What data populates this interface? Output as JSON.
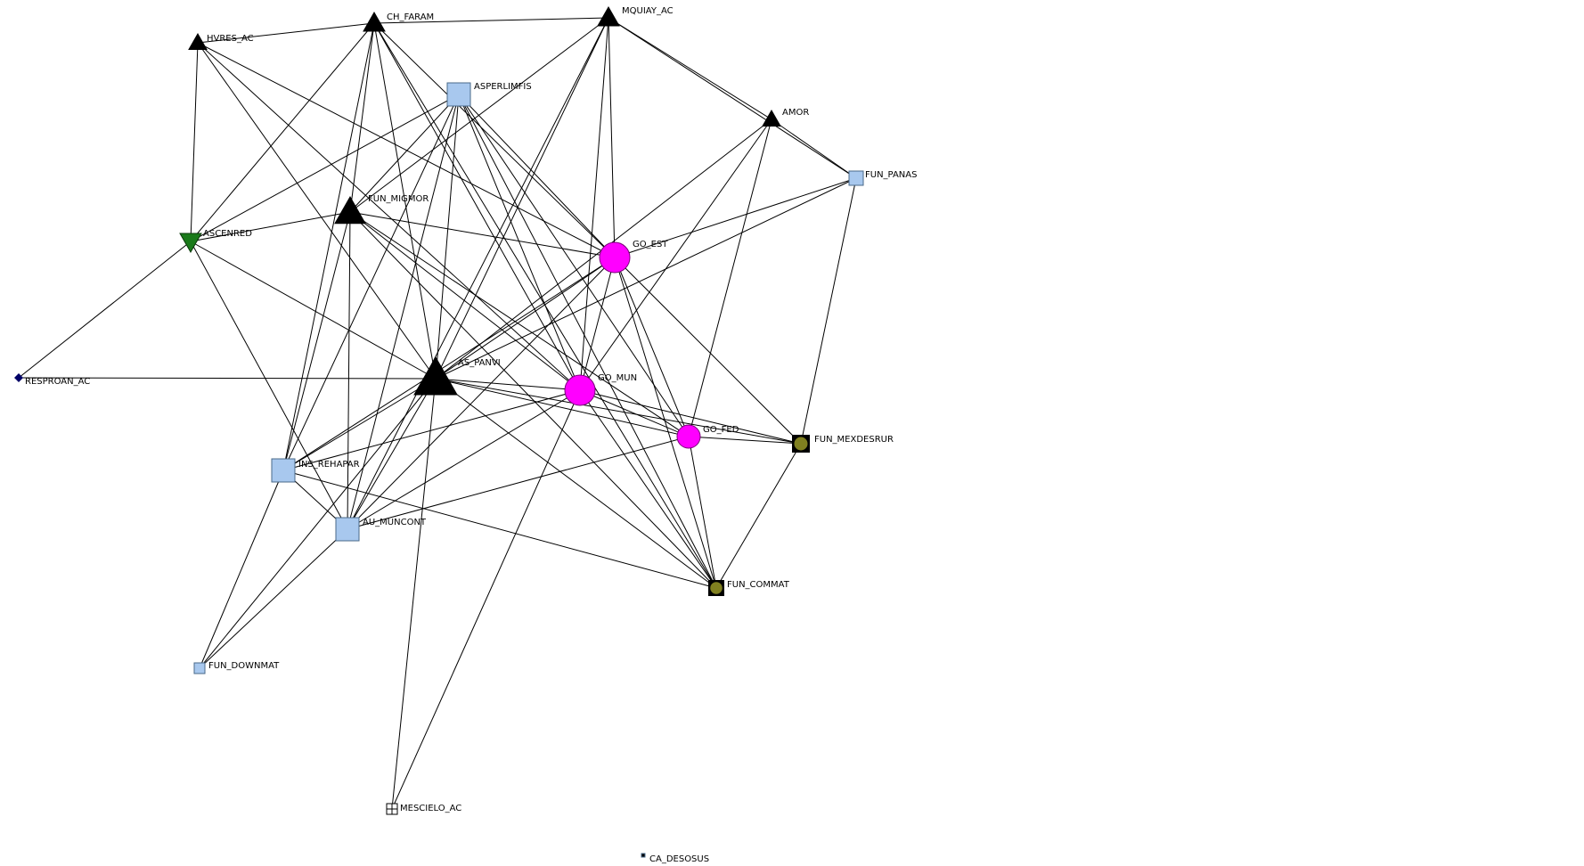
{
  "nodes": {
    "HVRES_AC": {
      "label": "HVRES_AC",
      "shape": "triangle-up",
      "fill": "#000000"
    },
    "CH_FARAM": {
      "label": "CH_FARAM",
      "shape": "triangle-up",
      "fill": "#000000"
    },
    "MQUIAY_AC": {
      "label": "MQUIAY_AC",
      "shape": "triangle-up",
      "fill": "#000000"
    },
    "ASPERLIMFIS": {
      "label": "ASPERLIMFIS",
      "shape": "square",
      "fill": "#a8c8ee"
    },
    "AMOR": {
      "label": "AMOR",
      "shape": "triangle-up",
      "fill": "#000000"
    },
    "FUN_PANAS": {
      "label": "FUN_PANAS",
      "shape": "square",
      "fill": "#a8c8ee"
    },
    "FUN_MIGMOR": {
      "label": "FUN_MIGMOR",
      "shape": "triangle-up",
      "fill": "#000000"
    },
    "ASCENRED": {
      "label": "ASCENRED",
      "shape": "triangle-down",
      "fill": "#1a7a1a"
    },
    "GO_EST": {
      "label": "GO_EST",
      "shape": "circle",
      "fill": "#ff00ff"
    },
    "RESPROAN_AC": {
      "label": "RESPROAN_AC",
      "shape": "diamond",
      "fill": "#000066"
    },
    "AS_PANVI": {
      "label": "AS_PANVI",
      "shape": "triangle-up",
      "fill": "#000000"
    },
    "GO_MUN": {
      "label": "GO_MUN",
      "shape": "circle",
      "fill": "#ff00ff"
    },
    "GO_FED": {
      "label": "GO_FED",
      "shape": "circle",
      "fill": "#ff00ff"
    },
    "FUN_MEXDESRUR": {
      "label": "FUN_MEXDESRUR",
      "shape": "circle-in-square",
      "fill": "#808020"
    },
    "INS_REHAPAR": {
      "label": "INS_REHAPAR",
      "shape": "square",
      "fill": "#a8c8ee"
    },
    "AU_MUNCONT": {
      "label": "AU_MUNCONT",
      "shape": "square",
      "fill": "#a8c8ee"
    },
    "FUN_COMMAT": {
      "label": "FUN_COMMAT",
      "shape": "circle-in-square",
      "fill": "#808020"
    },
    "FUN_DOWNMAT": {
      "label": "FUN_DOWNMAT",
      "shape": "square",
      "fill": "#a8c8ee"
    },
    "MESCIELO_AC": {
      "label": "MESCIELO_AC",
      "shape": "boxed-plus",
      "fill": "#ffffff"
    },
    "CA_DESOSUS": {
      "label": "CA_DESOSUS",
      "shape": "square",
      "fill": "#000000"
    }
  },
  "edges": [
    [
      "HVRES_AC",
      "CH_FARAM"
    ],
    [
      "HVRES_AC",
      "ASCENRED"
    ],
    [
      "HVRES_AC",
      "AS_PANVI"
    ],
    [
      "HVRES_AC",
      "GO_MUN"
    ],
    [
      "HVRES_AC",
      "GO_EST"
    ],
    [
      "CH_FARAM",
      "MQUIAY_AC"
    ],
    [
      "CH_FARAM",
      "ASCENRED"
    ],
    [
      "CH_FARAM",
      "AS_PANVI"
    ],
    [
      "CH_FARAM",
      "GO_MUN"
    ],
    [
      "CH_FARAM",
      "GO_EST"
    ],
    [
      "CH_FARAM",
      "FUN_MIGMOR"
    ],
    [
      "CH_FARAM",
      "INS_REHAPAR"
    ],
    [
      "CH_FARAM",
      "FUN_COMMAT"
    ],
    [
      "MQUIAY_AC",
      "AS_PANVI"
    ],
    [
      "MQUIAY_AC",
      "GO_MUN"
    ],
    [
      "MQUIAY_AC",
      "GO_EST"
    ],
    [
      "MQUIAY_AC",
      "AMOR"
    ],
    [
      "MQUIAY_AC",
      "FUN_PANAS"
    ],
    [
      "MQUIAY_AC",
      "FUN_MIGMOR"
    ],
    [
      "MQUIAY_AC",
      "AU_MUNCONT"
    ],
    [
      "ASPERLIMFIS",
      "ASCENRED"
    ],
    [
      "ASPERLIMFIS",
      "AS_PANVI"
    ],
    [
      "ASPERLIMFIS",
      "GO_MUN"
    ],
    [
      "ASPERLIMFIS",
      "GO_EST"
    ],
    [
      "ASPERLIMFIS",
      "FUN_MIGMOR"
    ],
    [
      "ASPERLIMFIS",
      "INS_REHAPAR"
    ],
    [
      "ASPERLIMFIS",
      "AU_MUNCONT"
    ],
    [
      "ASPERLIMFIS",
      "GO_FED"
    ],
    [
      "ASPERLIMFIS",
      "FUN_COMMAT"
    ],
    [
      "AMOR",
      "AS_PANVI"
    ],
    [
      "AMOR",
      "GO_MUN"
    ],
    [
      "AMOR",
      "GO_FED"
    ],
    [
      "AMOR",
      "FUN_PANAS"
    ],
    [
      "FUN_PANAS",
      "AS_PANVI"
    ],
    [
      "FUN_PANAS",
      "FUN_MEXDESRUR"
    ],
    [
      "FUN_PANAS",
      "GO_EST"
    ],
    [
      "FUN_MIGMOR",
      "ASCENRED"
    ],
    [
      "FUN_MIGMOR",
      "GO_EST"
    ],
    [
      "FUN_MIGMOR",
      "GO_MUN"
    ],
    [
      "FUN_MIGMOR",
      "GO_FED"
    ],
    [
      "FUN_MIGMOR",
      "INS_REHAPAR"
    ],
    [
      "FUN_MIGMOR",
      "AU_MUNCONT"
    ],
    [
      "FUN_MIGMOR",
      "FUN_COMMAT"
    ],
    [
      "ASCENRED",
      "RESPROAN_AC"
    ],
    [
      "ASCENRED",
      "AS_PANVI"
    ],
    [
      "ASCENRED",
      "AU_MUNCONT"
    ],
    [
      "GO_EST",
      "AS_PANVI"
    ],
    [
      "GO_EST",
      "GO_MUN"
    ],
    [
      "GO_EST",
      "GO_FED"
    ],
    [
      "GO_EST",
      "FUN_MEXDESRUR"
    ],
    [
      "GO_EST",
      "FUN_COMMAT"
    ],
    [
      "GO_EST",
      "INS_REHAPAR"
    ],
    [
      "GO_EST",
      "AU_MUNCONT"
    ],
    [
      "RESPROAN_AC",
      "AS_PANVI"
    ],
    [
      "AS_PANVI",
      "GO_MUN"
    ],
    [
      "AS_PANVI",
      "GO_FED"
    ],
    [
      "AS_PANVI",
      "FUN_MEXDESRUR"
    ],
    [
      "AS_PANVI",
      "FUN_COMMAT"
    ],
    [
      "AS_PANVI",
      "INS_REHAPAR"
    ],
    [
      "AS_PANVI",
      "AU_MUNCONT"
    ],
    [
      "AS_PANVI",
      "MESCIELO_AC"
    ],
    [
      "GO_MUN",
      "GO_FED"
    ],
    [
      "GO_MUN",
      "FUN_MEXDESRUR"
    ],
    [
      "GO_MUN",
      "FUN_COMMAT"
    ],
    [
      "GO_MUN",
      "INS_REHAPAR"
    ],
    [
      "GO_MUN",
      "AU_MUNCONT"
    ],
    [
      "GO_MUN",
      "MESCIELO_AC"
    ],
    [
      "GO_FED",
      "FUN_MEXDESRUR"
    ],
    [
      "GO_FED",
      "FUN_COMMAT"
    ],
    [
      "GO_FED",
      "AU_MUNCONT"
    ],
    [
      "FUN_MEXDESRUR",
      "FUN_COMMAT"
    ],
    [
      "INS_REHAPAR",
      "AU_MUNCONT"
    ],
    [
      "INS_REHAPAR",
      "FUN_DOWNMAT"
    ],
    [
      "INS_REHAPAR",
      "FUN_COMMAT"
    ],
    [
      "AU_MUNCONT",
      "FUN_DOWNMAT"
    ],
    [
      "FUN_DOWNMAT",
      "AS_PANVI"
    ]
  ]
}
